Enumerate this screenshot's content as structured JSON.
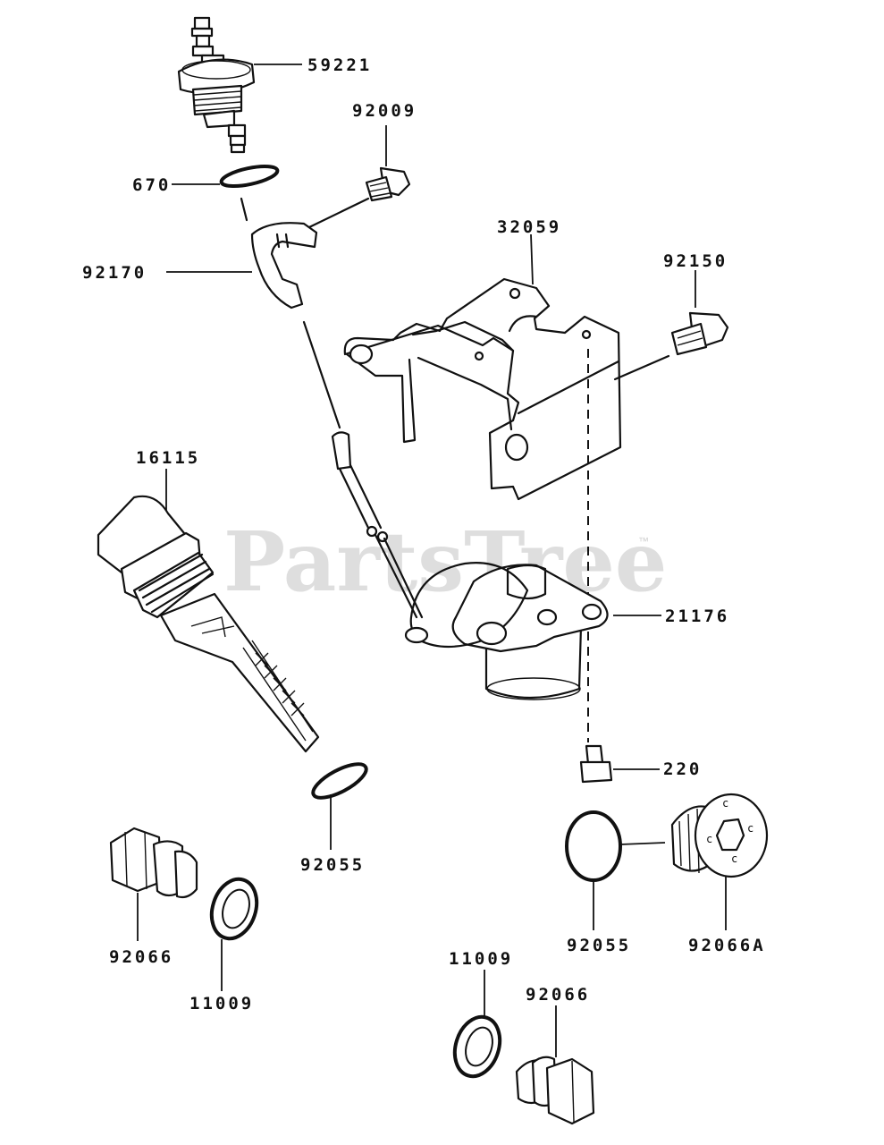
{
  "watermark": {
    "text": "PartsTree",
    "trademark": "™"
  },
  "callouts": {
    "p59221": "59221",
    "p92009": "92009",
    "p670": "670",
    "p32059": "32059",
    "p92150": "92150",
    "p92170": "92170",
    "p16115": "16115",
    "p21176": "21176",
    "p220": "220",
    "p92055_left": "92055",
    "p92055_right": "92055",
    "p92066_left": "92066",
    "p92066A": "92066A",
    "p11009_left": "11009",
    "p11009_bottom": "11009",
    "p92066_bottom": "92066"
  },
  "colors": {
    "line": "#111111",
    "watermark": "#dedede",
    "background": "#ffffff"
  }
}
